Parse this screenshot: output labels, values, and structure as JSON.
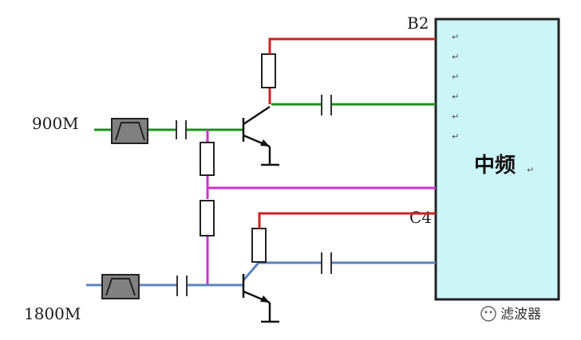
{
  "labels": {
    "input_900": "900M",
    "input_1800": "1800M",
    "pin_b2": "B2",
    "pin_c4": "C4",
    "block": "中频",
    "watermark": "滤波器"
  },
  "colors": {
    "block_fill": "#ccf5f8",
    "red_wire": "#cc2222",
    "green_wire": "#1f8f1f",
    "magenta_wire": "#d030d0",
    "blue_wire": "#5a84c0",
    "filter_fill": "#808080"
  }
}
